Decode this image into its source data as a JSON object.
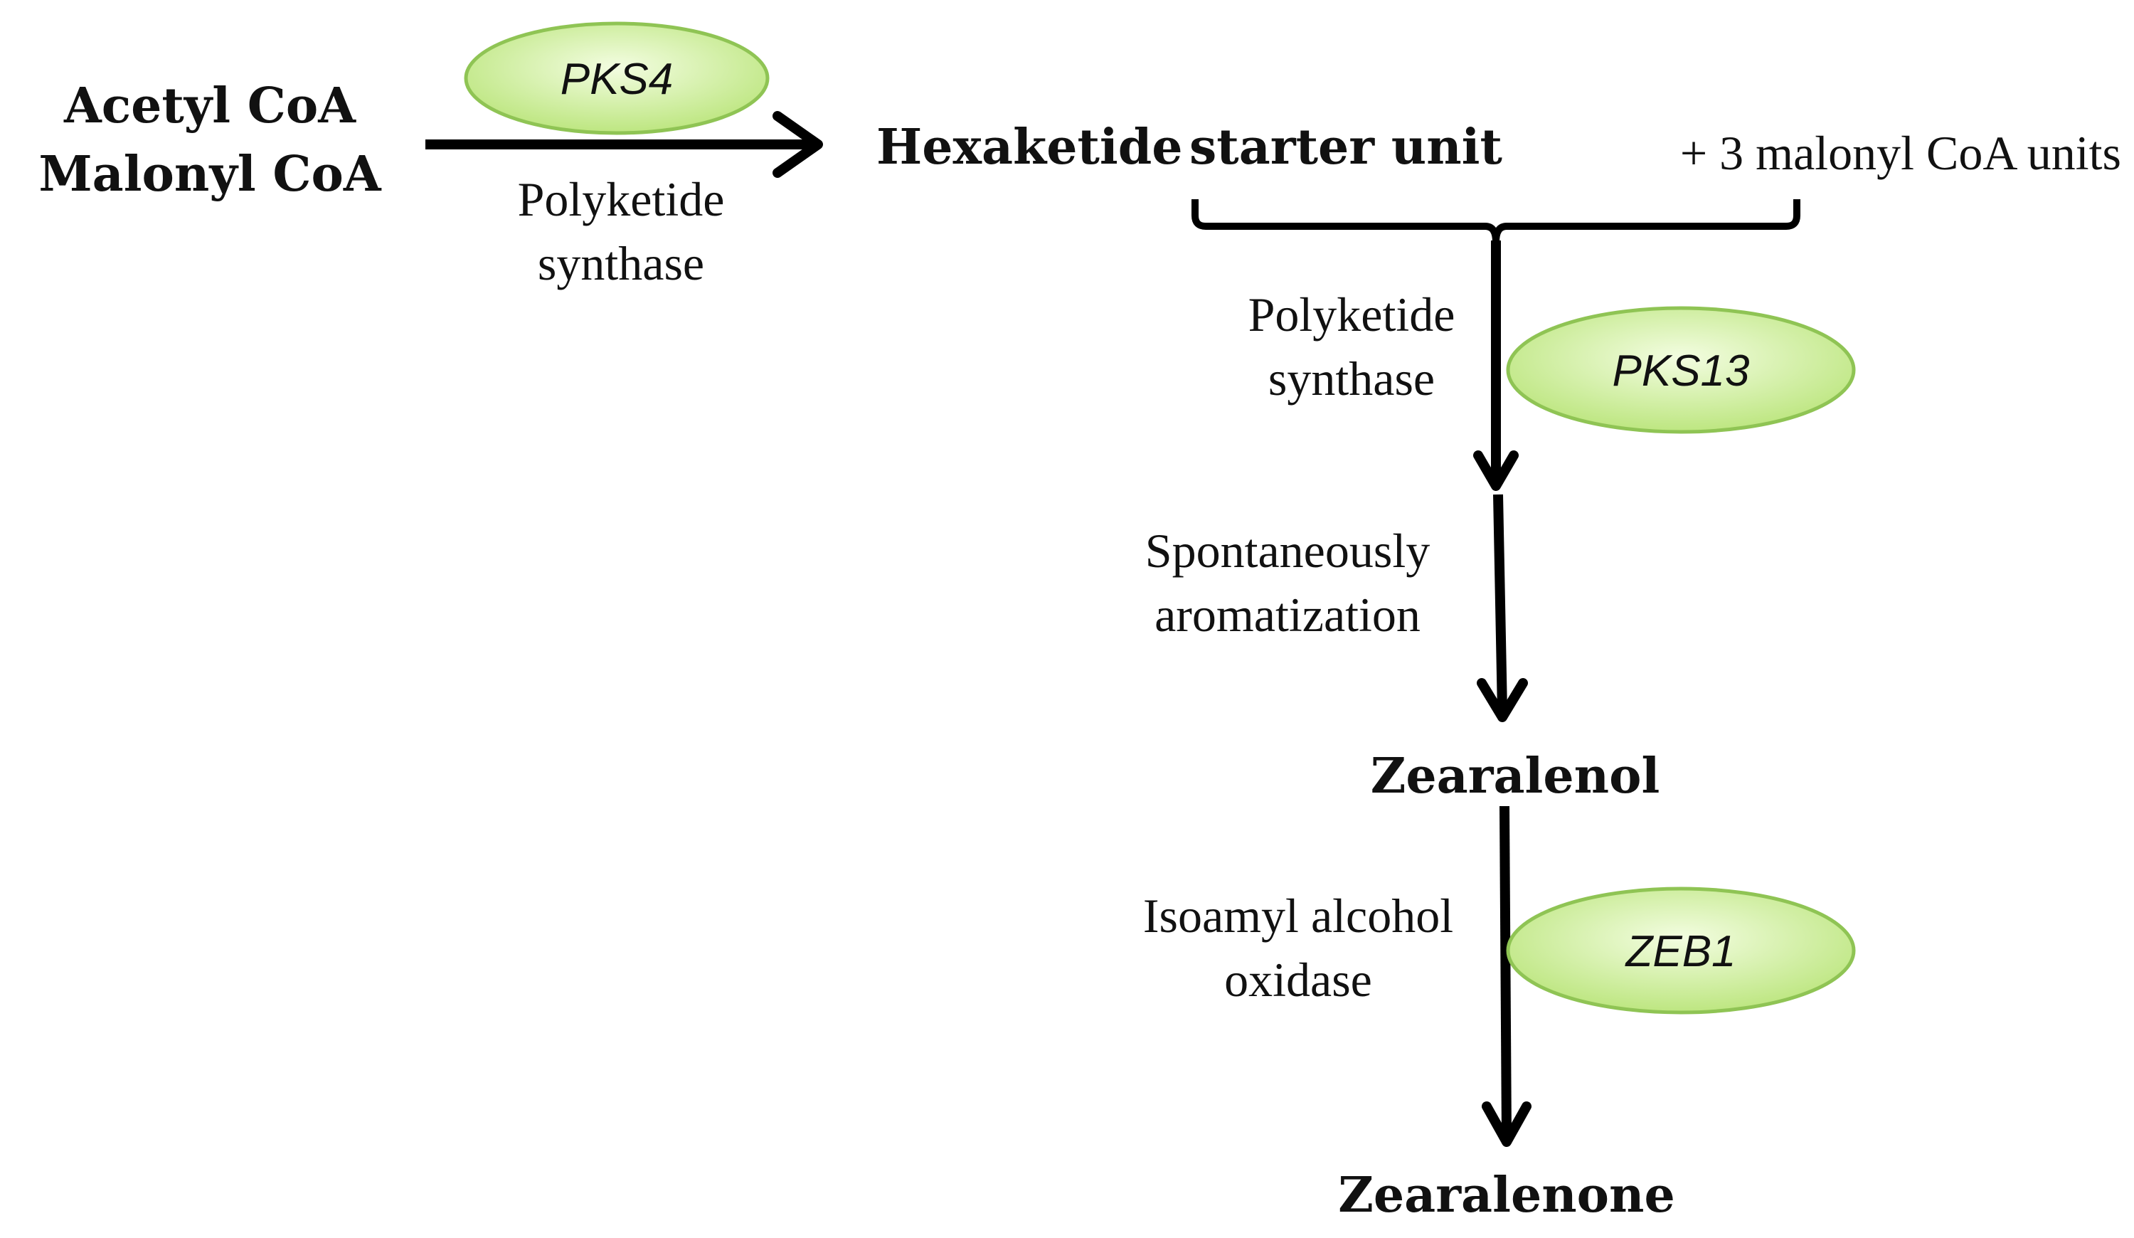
{
  "substrates": {
    "line1": "Acetyl CoA",
    "line2": "Malonyl CoA"
  },
  "step1": {
    "enzyme_gene": "PKS4",
    "enzyme_line1": "Polyketide",
    "enzyme_line2": "synthase"
  },
  "hexaketide": {
    "word1": "Hexaketide",
    "word2": "starter unit",
    "addition": "+ 3 malonyl CoA units"
  },
  "step2": {
    "enzyme_gene": "PKS13",
    "enzyme_line1": "Polyketide",
    "enzyme_line2": "synthase"
  },
  "step3": {
    "line1": "Spontaneously",
    "line2": "aromatization"
  },
  "intermediate": "Zearalenol",
  "step4": {
    "enzyme_gene": "ZEB1",
    "enzyme_line1": "Isoamyl alcohol",
    "enzyme_line2": "oxidase"
  },
  "product": "Zearalenone",
  "colors": {
    "ellipse_fill_center": "#f3fde1",
    "ellipse_fill_edge": "#bde680",
    "ellipse_stroke": "#8fc454",
    "arrow": "#000000"
  }
}
